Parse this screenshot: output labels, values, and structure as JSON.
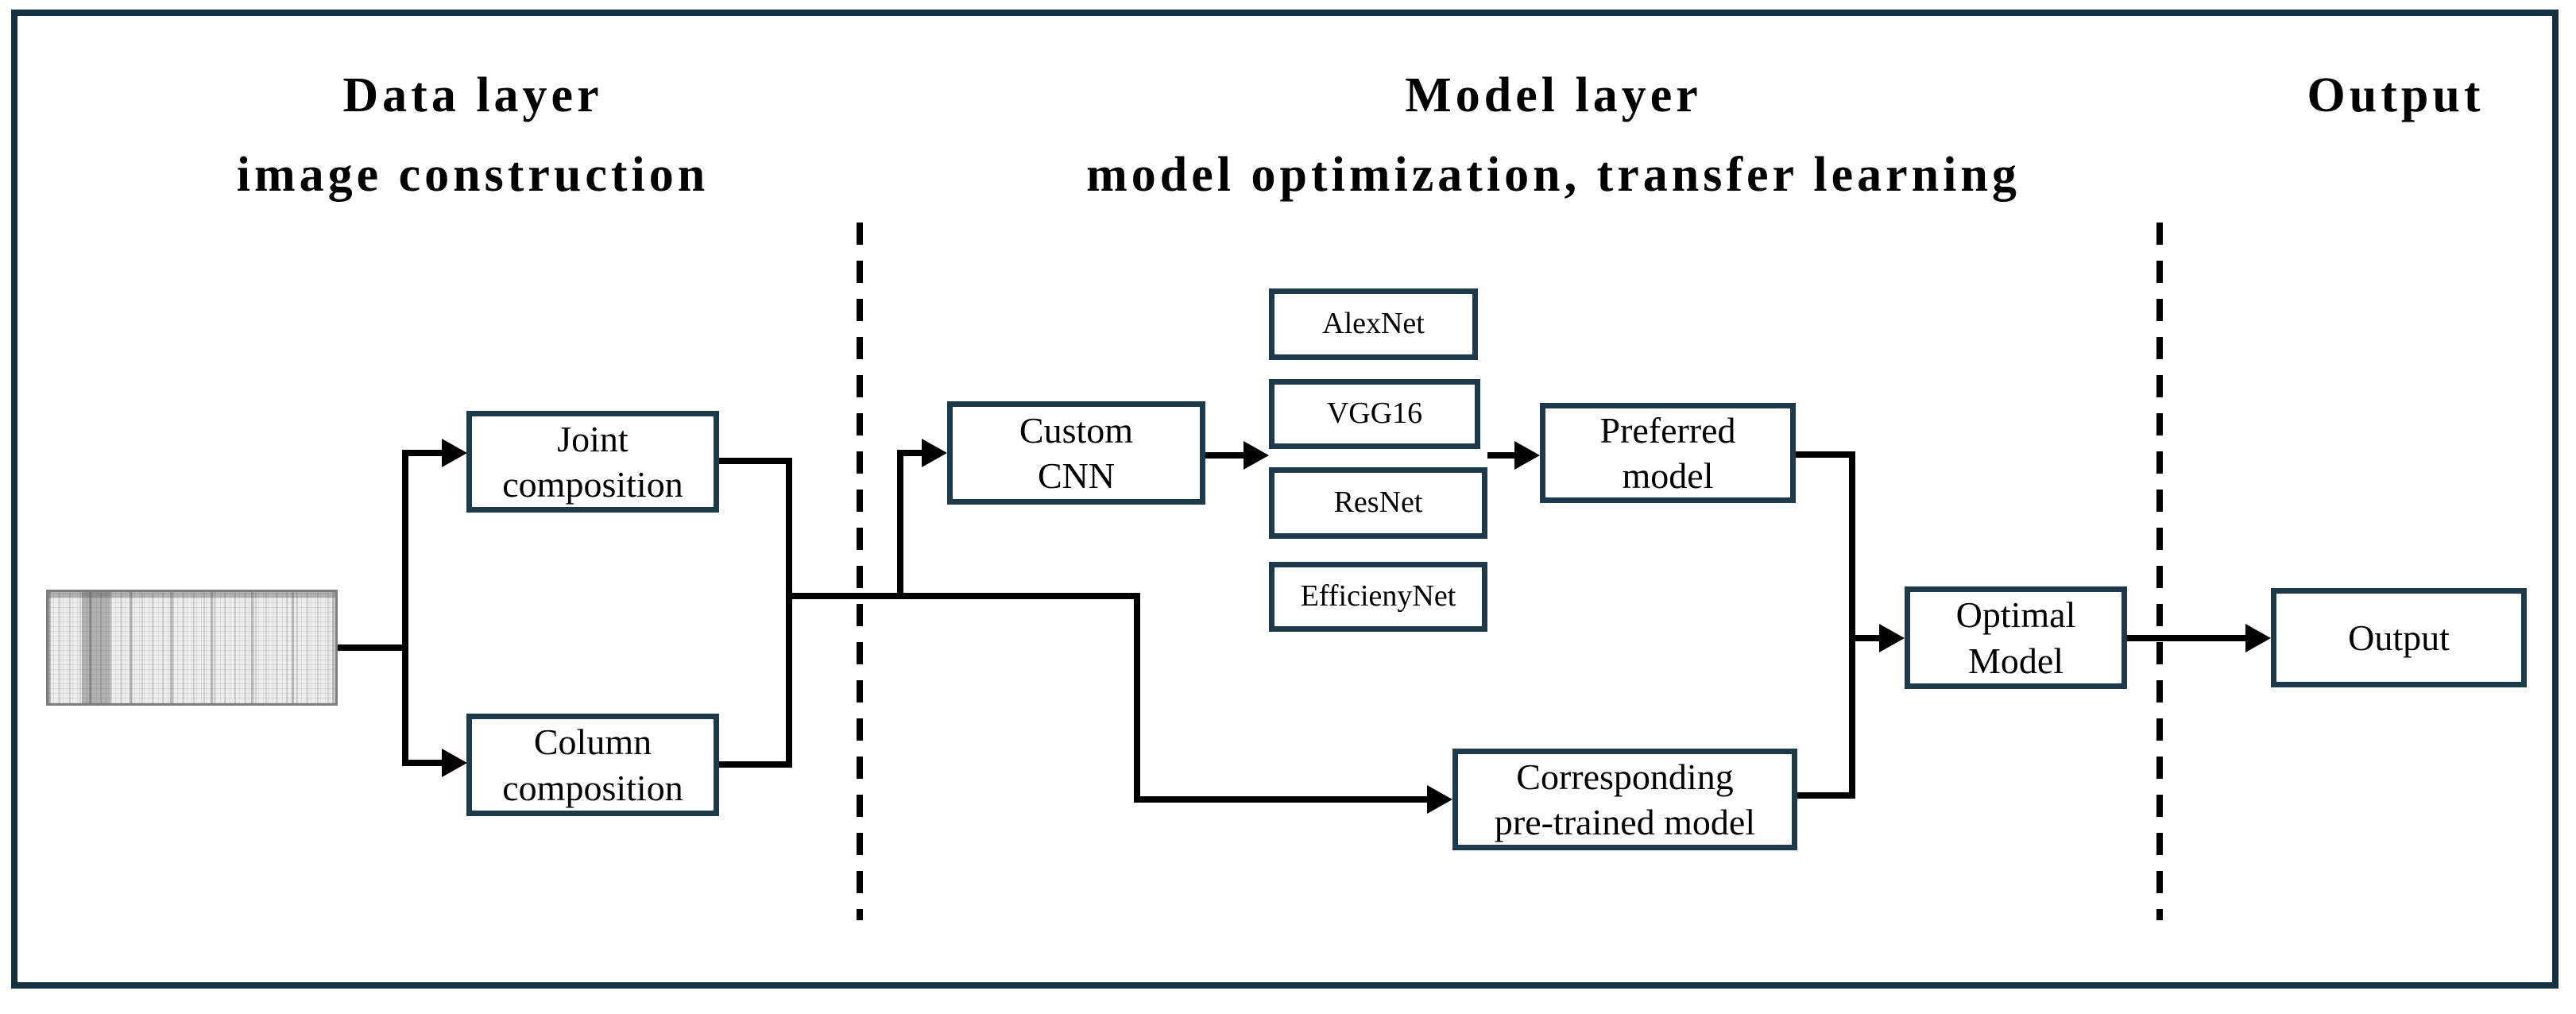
{
  "sections": {
    "data_layer": {
      "title": "Data layer\nimage construction"
    },
    "model_layer": {
      "title": "Model layer\nmodel optimization, transfer learning"
    },
    "output_layer": {
      "title": "Output"
    }
  },
  "nodes": {
    "joint_composition": {
      "label": "Joint\ncomposition"
    },
    "column_composition": {
      "label": "Column\ncomposition"
    },
    "custom_cnn": {
      "label": "Custom\nCNN"
    },
    "pretrained_models": [
      "AlexNet",
      "VGG16",
      "ResNet",
      "EfficienyNet"
    ],
    "preferred_model": {
      "label": "Preferred\nmodel"
    },
    "corresponding_pretrained": {
      "label": "Corresponding\npre-trained model"
    },
    "optimal_model": {
      "label": "Optimal\nModel"
    },
    "output_node": {
      "label": "Output"
    }
  },
  "colors": {
    "box_border": "#1c3a4a",
    "frame_border": "#15303e",
    "connector": "#000000",
    "background": "#ffffff"
  }
}
